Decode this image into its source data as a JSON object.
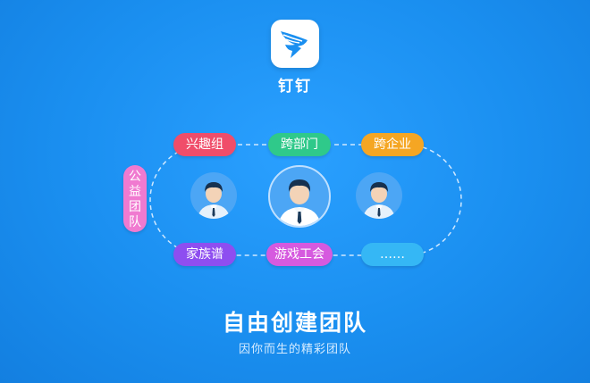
{
  "app": {
    "name": "钉钉",
    "logo_icon": "dingtalk-wing-icon",
    "brand_color": "#1a8ff0"
  },
  "tags": {
    "interest_group": "兴趣组",
    "cross_department": "跨部门",
    "cross_company": "跨企业",
    "charity_team": "公益团队",
    "family_tree": "家族谱",
    "game_union": "游戏工会",
    "more": "……"
  },
  "colors": {
    "interest_group": "#f04d6a",
    "cross_department": "#2fc98a",
    "cross_company": "#f5a623",
    "charity_team": "#f07ad0",
    "family_tree": "#8e4ef0",
    "game_union": "#d65adf",
    "more": "#35b7f5"
  },
  "avatars": {
    "left": "person-avatar-icon",
    "center": "person-avatar-icon",
    "right": "person-avatar-icon"
  },
  "headline": {
    "title": "自由创建团队",
    "subtitle": "因你而生的精彩团队"
  }
}
